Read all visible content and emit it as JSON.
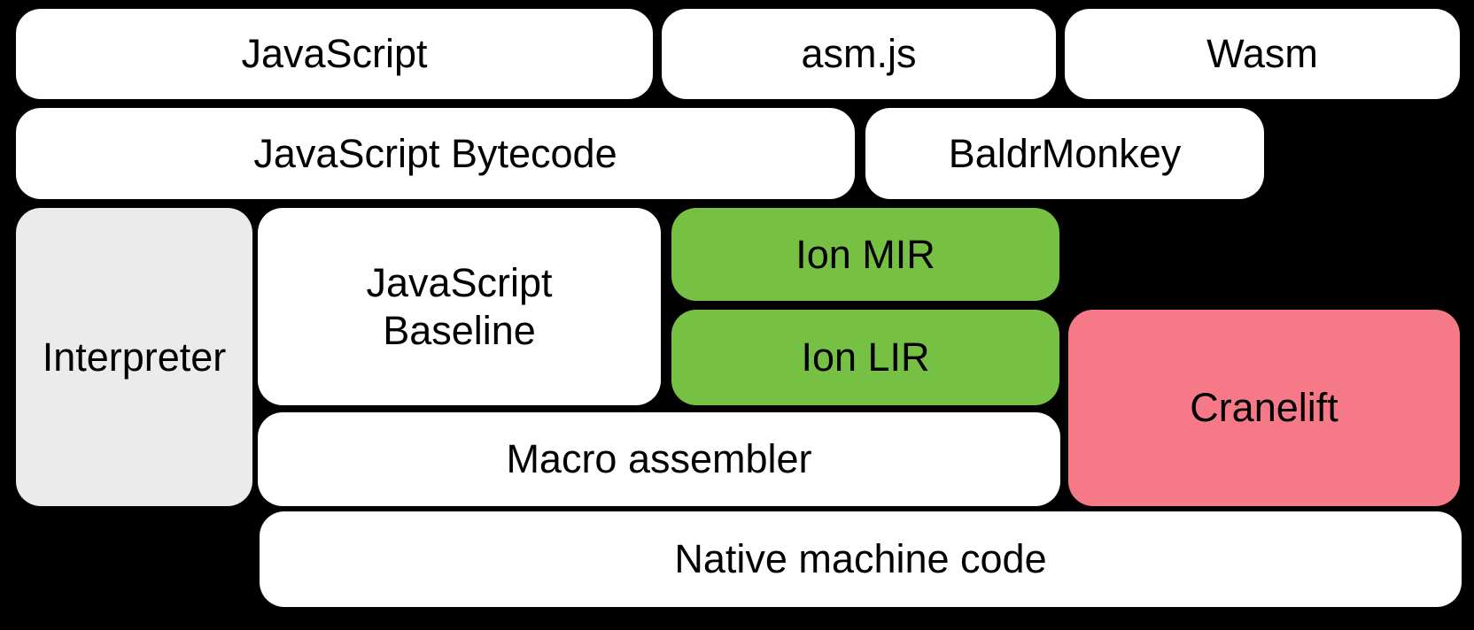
{
  "colors": {
    "background": "#000000",
    "box_white": "#ffffff",
    "box_gray": "#ebebeb",
    "box_green": "#76c043",
    "box_pink": "#f67987",
    "text": "#000000"
  },
  "boxes": {
    "javascript": {
      "label": "JavaScript"
    },
    "asm_js": {
      "label": "asm.js"
    },
    "wasm": {
      "label": "Wasm"
    },
    "javascript_bytecode": {
      "label": "JavaScript Bytecode"
    },
    "baldrmonkey": {
      "label": "BaldrMonkey"
    },
    "interpreter": {
      "label": "Interpreter"
    },
    "javascript_baseline": {
      "label": "JavaScript\nBaseline"
    },
    "ion_mir": {
      "label": "Ion MIR"
    },
    "ion_lir": {
      "label": "Ion LIR"
    },
    "cranelift": {
      "label": "Cranelift"
    },
    "macro_assembler": {
      "label": "Macro assembler"
    },
    "native_machine_code": {
      "label": "Native machine code"
    }
  }
}
